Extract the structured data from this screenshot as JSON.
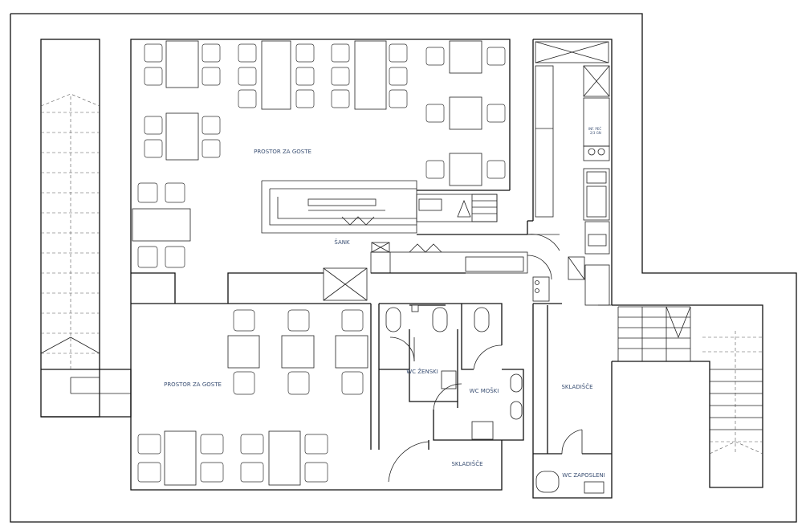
{
  "rooms": {
    "guest_upper": "PROSTOR ZA GOSTE",
    "guest_lower": "PROSTOR ZA GOSTE",
    "bar": "ŠANK",
    "wc_women": "WC ŽENSKI",
    "wc_men": "WC MOŠKI",
    "storage_small": "SKLADIŠČE",
    "storage_large": "SKLADIŠČE",
    "wc_staff": "WC ZAPOSLENI"
  },
  "kitchen_labels": {
    "hood_label": "INF. PEČ",
    "hood_sub": "2/3 GN"
  },
  "colors": {
    "wall": "#111111",
    "label": "#3a4f73",
    "background": "#ffffff"
  }
}
